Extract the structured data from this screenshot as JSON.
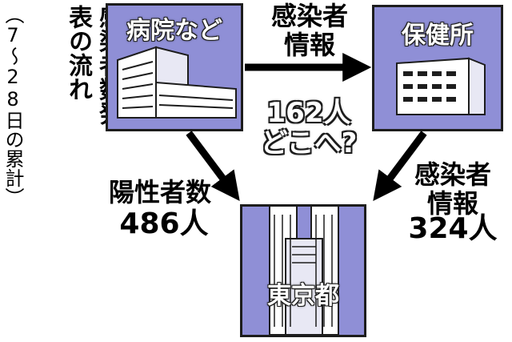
{
  "title": "東京都の感染者数発表の流れ",
  "note": "（7～28日の累計）",
  "nodes": {
    "hospital": "病院など",
    "health_center": "保健所",
    "tokyo": "東京都"
  },
  "edges": {
    "hospital_to_health": "感染者情報",
    "hospital_to_tokyo_label": "陽性者数",
    "hospital_to_tokyo_count": "486人",
    "health_to_tokyo_label": "感染者情報",
    "health_to_tokyo_count": "324人"
  },
  "question": "162人どこへ?",
  "colors": {
    "box": "#8f8fd6",
    "border": "#1d1d1d",
    "arrow": "#000000"
  }
}
